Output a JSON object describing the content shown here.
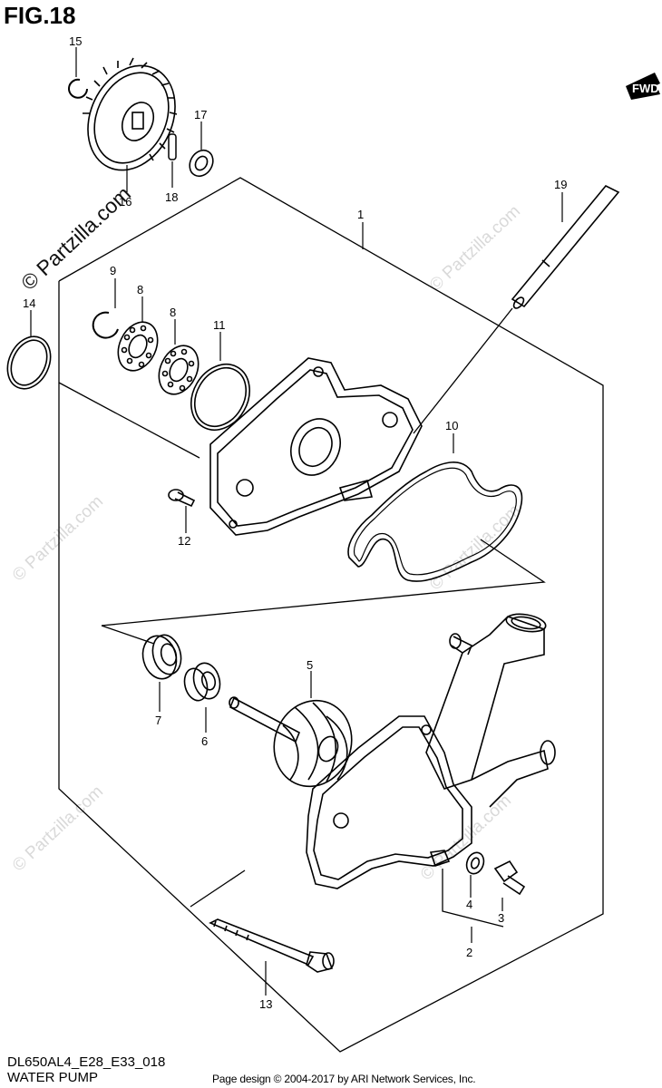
{
  "header": {
    "fig_label": "FIG.18"
  },
  "footer": {
    "model_code": "DL650AL4_E28_E33_018",
    "section_name": "WATER PUMP",
    "credit": "Page design © 2004-2017 by ARI Network Services, Inc."
  },
  "watermark": {
    "main": "© Partzilla.com",
    "faint": "© Partzilla.com"
  },
  "fwd_label": "FWD",
  "callouts": [
    "1",
    "2",
    "3",
    "4",
    "5",
    "6",
    "7",
    "8",
    "8",
    "9",
    "10",
    "11",
    "12",
    "13",
    "14",
    "15",
    "16",
    "17",
    "18",
    "19"
  ]
}
